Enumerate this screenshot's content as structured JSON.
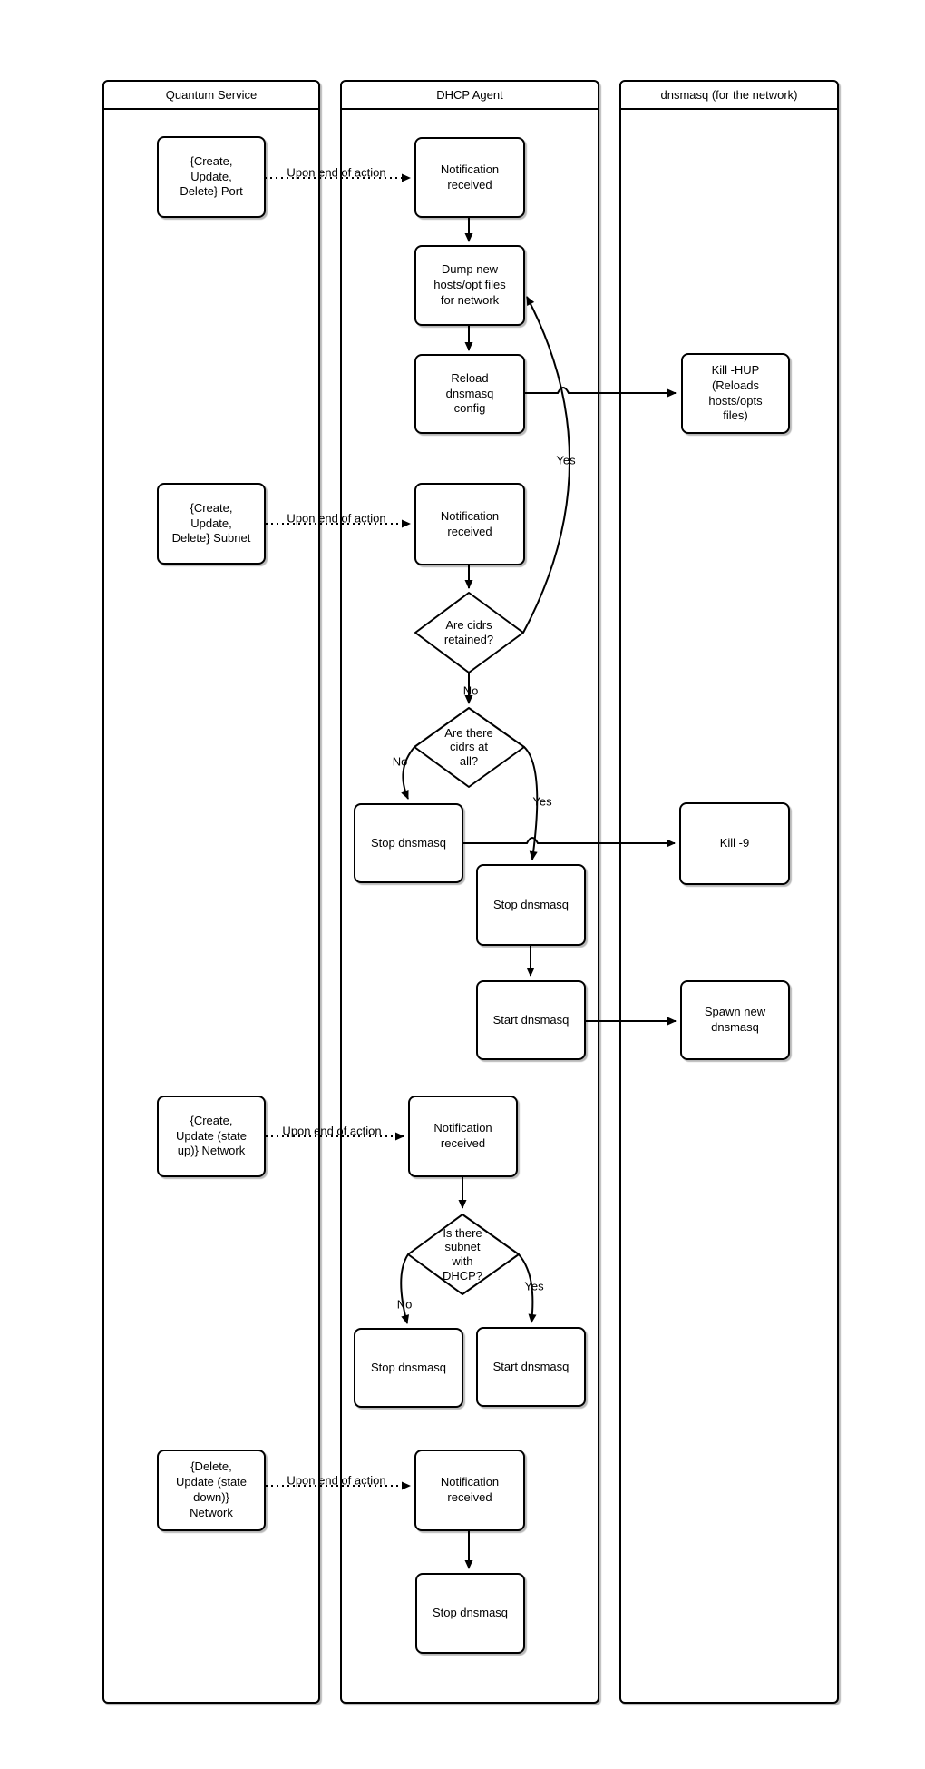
{
  "colors": {
    "stroke": "#000000",
    "background": "#ffffff"
  },
  "lanes": [
    {
      "title": "Quantum Service"
    },
    {
      "title": "DHCP Agent"
    },
    {
      "title": "dnsmasq (for the network)"
    }
  ],
  "nodes": {
    "port": "{Create,\nUpdate,\nDelete} Port",
    "subnet": "{Create,\nUpdate,\nDelete} Subnet",
    "network_up": "{Create,\nUpdate (state\nup)} Network",
    "network_down": "{Delete,\nUpdate (state\ndown)}\nNetwork",
    "notification": "Notification\nreceived",
    "dump": "Dump new\nhosts/opt files\nfor network",
    "reload": "Reload\ndnsmasq\nconfig",
    "stop": "Stop dnsmasq",
    "start": "Start dnsmasq",
    "kill_hup": "Kill -HUP\n(Reloads\nhosts/opts\nfiles)",
    "kill_9": "Kill -9",
    "spawn": "Spawn new\ndnsmasq"
  },
  "decisions": {
    "cidrs_retained": "Are cidrs\nretained?",
    "cidrs_at_all": "Are there\ncidrs at\nall?",
    "subnet_with_dhcp": "Is there\nsubnet\nwith\nDHCP?"
  },
  "edge_labels": {
    "upon_end_of_action": "Upon end of action",
    "yes": "Yes",
    "no": "No"
  }
}
